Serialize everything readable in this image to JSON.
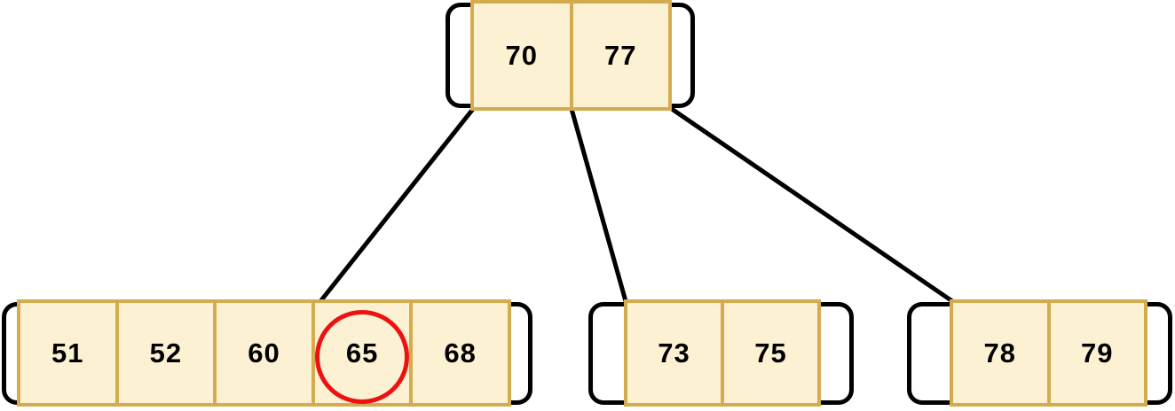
{
  "diagram": {
    "type": "b-tree",
    "root": {
      "keys": [
        "70",
        "77"
      ]
    },
    "children": [
      {
        "name": "left-child",
        "keys": [
          "51",
          "52",
          "60",
          "65",
          "68"
        ]
      },
      {
        "name": "middle-child",
        "keys": [
          "73",
          "75"
        ]
      },
      {
        "name": "right-child",
        "keys": [
          "78",
          "79"
        ]
      }
    ],
    "edges": [
      {
        "from": "root",
        "to": "left-child"
      },
      {
        "from": "root",
        "to": "middle-child"
      },
      {
        "from": "root",
        "to": "right-child"
      }
    ],
    "highlighted_key": "65",
    "colors": {
      "cell_fill": "#FCF1D2",
      "cell_border": "#D4AC4F",
      "node_outline": "#000000",
      "edge": "#000000",
      "highlight_circle": "#EE1111",
      "text": "#000000"
    }
  }
}
